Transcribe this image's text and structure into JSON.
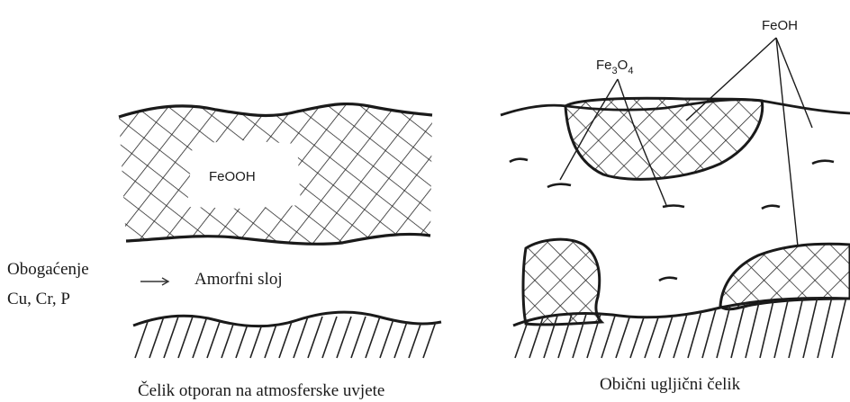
{
  "left_panel": {
    "inner_label": "FeOOH",
    "side_label_line1": "Obogaćenje",
    "side_label_line2": "Cu, Cr, P",
    "arrow_glyph": "→",
    "layer_label": "Amorfni sloj",
    "caption": "Čelik otporan na atmosferske uvjete"
  },
  "right_panel": {
    "label_fe3o4_main": "Fe",
    "label_fe3o4_sub": "3",
    "label_fe3o4_tail": "O",
    "label_fe3o4_sub2": "4",
    "label_feoh": "FeOH",
    "caption": "Obični ugljični čelik"
  }
}
